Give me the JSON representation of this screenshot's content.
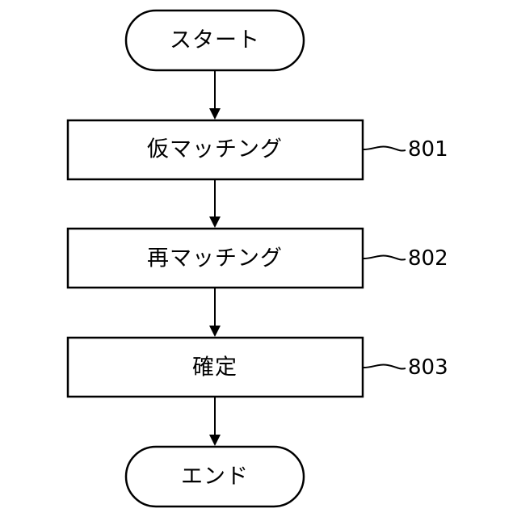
{
  "flowchart": {
    "start": {
      "label": "スタート"
    },
    "steps": [
      {
        "label": "仮マッチング",
        "ref": "801"
      },
      {
        "label": "再マッチング",
        "ref": "802"
      },
      {
        "label": "確定",
        "ref": "803"
      }
    ],
    "end": {
      "label": "エンド"
    }
  },
  "colors": {
    "stroke": "#000000",
    "background": "#ffffff"
  }
}
